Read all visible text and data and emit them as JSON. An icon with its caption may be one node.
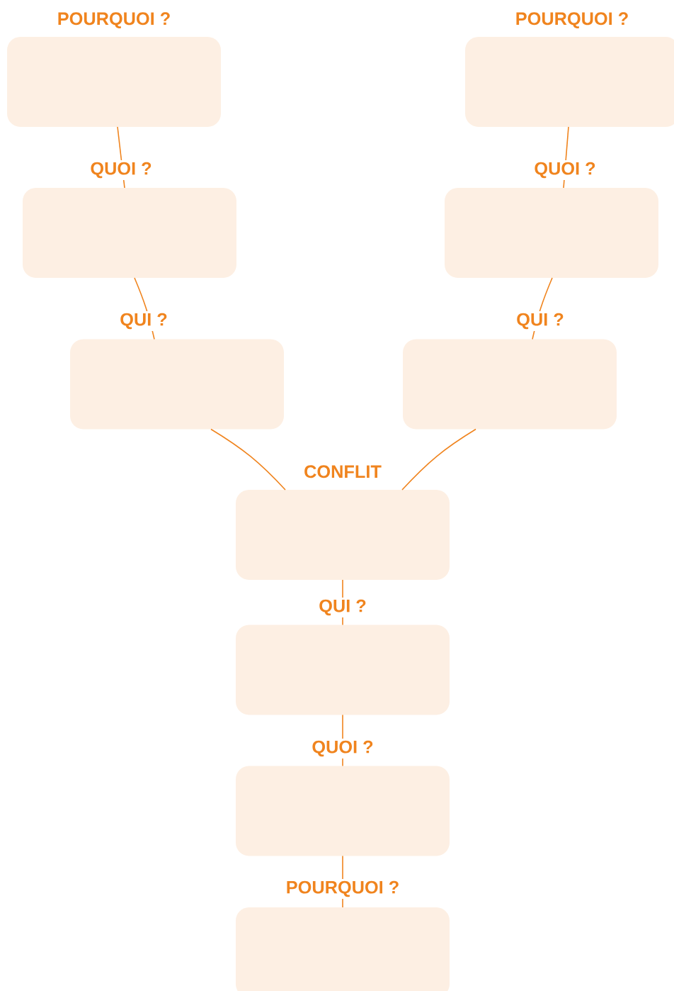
{
  "diagram": {
    "nodes": [
      {
        "text": [
          "POURQUOI ?"
        ]
      },
      {
        "text": [
          "POURQUOI ?"
        ]
      },
      {
        "text": [],
        "shape": "box"
      },
      {
        "text": [],
        "shape": "box"
      },
      {
        "text": [],
        "shape": "box"
      },
      {
        "text": [],
        "shape": "box"
      },
      {
        "text": [
          "CONFLIT"
        ]
      },
      {
        "text": [],
        "shape": "box"
      },
      {
        "text": [],
        "shape": "box"
      },
      {
        "text": [],
        "shape": "box"
      }
    ],
    "edges": [
      {
        "from": 0,
        "to": 2,
        "arrow": "none",
        "label": "QUOI ?"
      },
      {
        "from": 1,
        "to": 3,
        "arrow": "none",
        "label": "QUOI ?"
      },
      {
        "from": 2,
        "to": 4,
        "arrow": "none",
        "label": "QUI ?"
      },
      {
        "from": 3,
        "to": 5,
        "arrow": "none",
        "label": "QUI ?"
      },
      {
        "from": 4,
        "to": 6,
        "arrow": "none"
      },
      {
        "from": 5,
        "to": 6,
        "arrow": "none"
      },
      {
        "from": 6,
        "to": 7,
        "arrow": "none",
        "label": "QUI ?"
      },
      {
        "from": 7,
        "to": 8,
        "arrow": "none",
        "label": "QUOI ?"
      },
      {
        "from": 8,
        "to": 9,
        "arrow": "none",
        "label": "POURQUOI ?"
      }
    ]
  }
}
